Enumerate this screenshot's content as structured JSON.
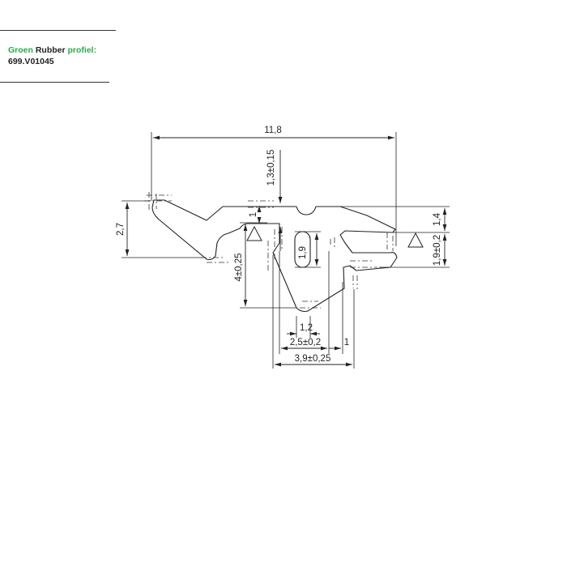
{
  "header": {
    "word_1": "Groen",
    "word_2": "Rubber",
    "word_3": "profiel:",
    "part_number": "699.V01045",
    "accent_color": "#2fa84f"
  },
  "dimensions": {
    "overall_width": "11,8",
    "left_height": "2,7",
    "top_lip": "1,3±0,15",
    "inner_slot_height": "4±0,25",
    "hole_height": "1,9",
    "right_upper": "1,4",
    "right_lower": "1,9±0,2",
    "hole_width": "1,2",
    "stem_width": "2,5±0,2",
    "right_step": "1",
    "base_width": "3,9±0,25",
    "tick_small": "1"
  }
}
